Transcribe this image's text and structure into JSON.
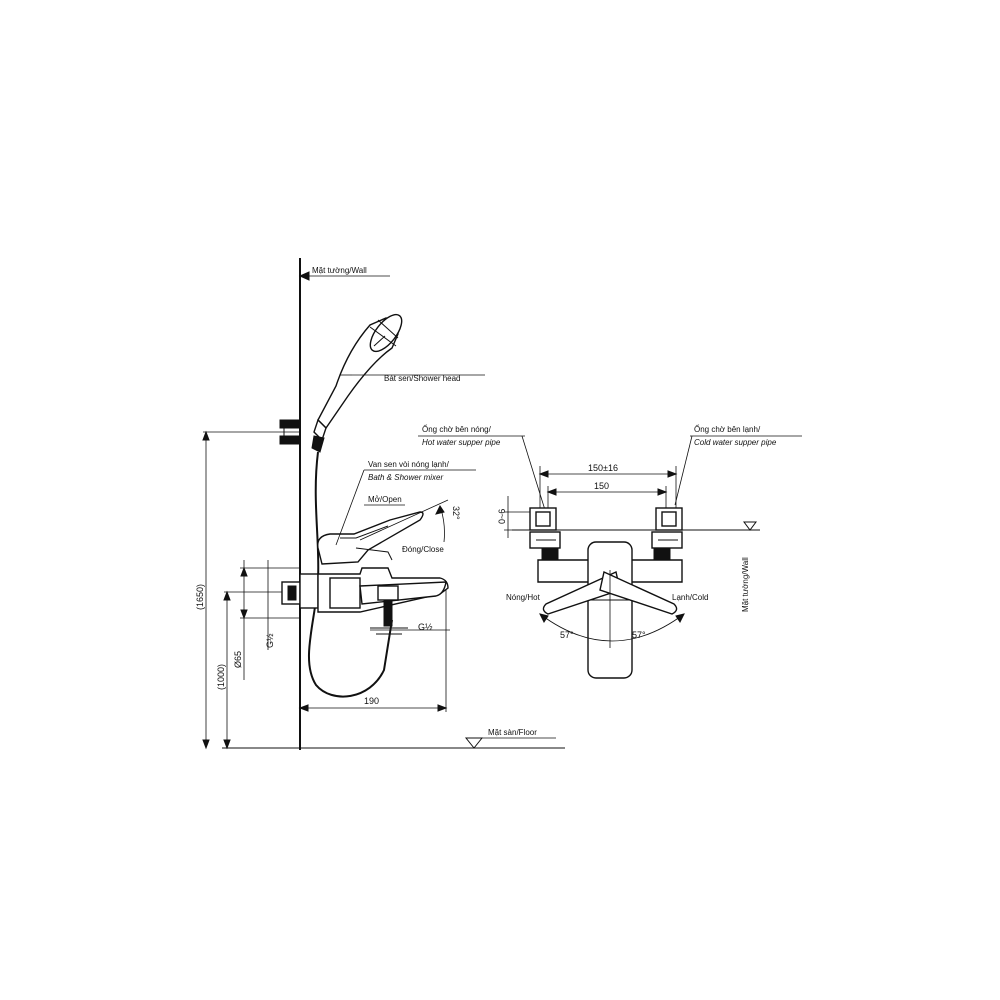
{
  "labels": {
    "wall_top": "Mặt tường/Wall",
    "shower_head": "Bát sen/Shower head",
    "mixer_line1": "Van sen vòi nóng lạnh/",
    "mixer_line2": "Bath & Shower mixer",
    "open": "Mở/Open",
    "close": "Đóng/Close",
    "floor": "Mặt sàn/Floor",
    "hot_pipe_line1": "Ống chờ bên nóng/",
    "hot_pipe_line2": "Hot water supper pipe",
    "cold_pipe_line1": "Ống chờ bên lạnh/",
    "cold_pipe_line2": "Cold water supper pipe",
    "hot": "Nóng/Hot",
    "cold": "Lạnh/Cold",
    "wall_right": "Mặt tường/Wall"
  },
  "dimensions": {
    "total_height": "(1650)",
    "mixer_height": "(1000)",
    "diameter": "Ø65",
    "thread_wall": "G½",
    "thread_outlet": "G½",
    "depth": "190",
    "angle_open": "32°",
    "spacing_outer": "150±16",
    "spacing_inner": "150",
    "offset": "0~6",
    "angle_left": "57°",
    "angle_right": "57°"
  }
}
